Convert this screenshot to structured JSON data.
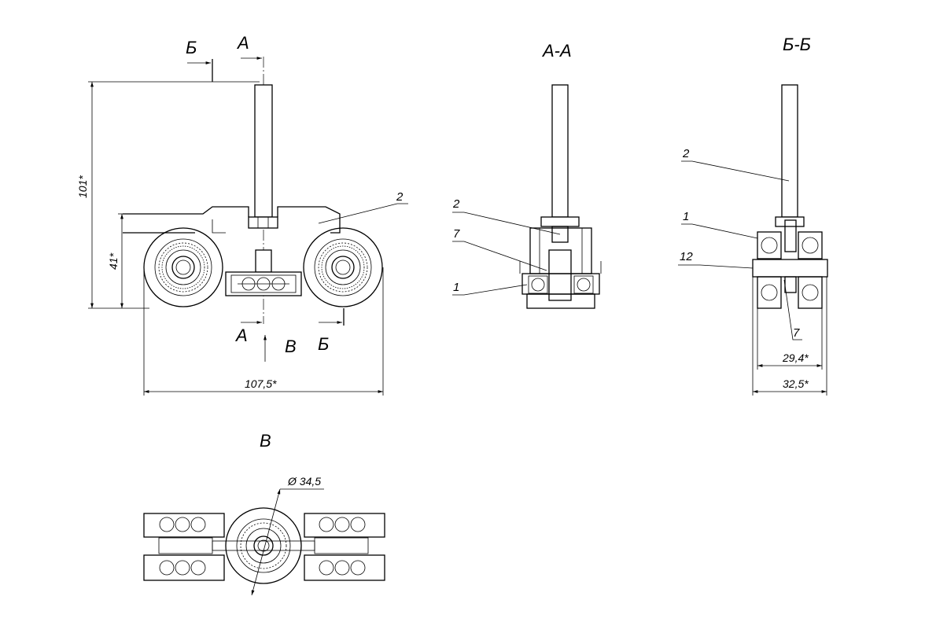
{
  "views": {
    "section_aa_title": "А-А",
    "section_bb_title": "Б-Б",
    "view_v_title": "В"
  },
  "markers": {
    "cut_b": "Б",
    "cut_a": "А",
    "view_v": "В"
  },
  "dimensions": {
    "height_total": "101*",
    "height_body": "41*",
    "width_total": "107,5*",
    "width_bb_inner": "29,4*",
    "width_bb_outer": "32,5*",
    "diameter_wheel": "Ø 34,5"
  },
  "leaders": {
    "main_2": "2",
    "aa_2": "2",
    "aa_7": "7",
    "aa_1": "1",
    "bb_2": "2",
    "bb_1": "1",
    "bb_12": "12",
    "bb_7": "7"
  }
}
